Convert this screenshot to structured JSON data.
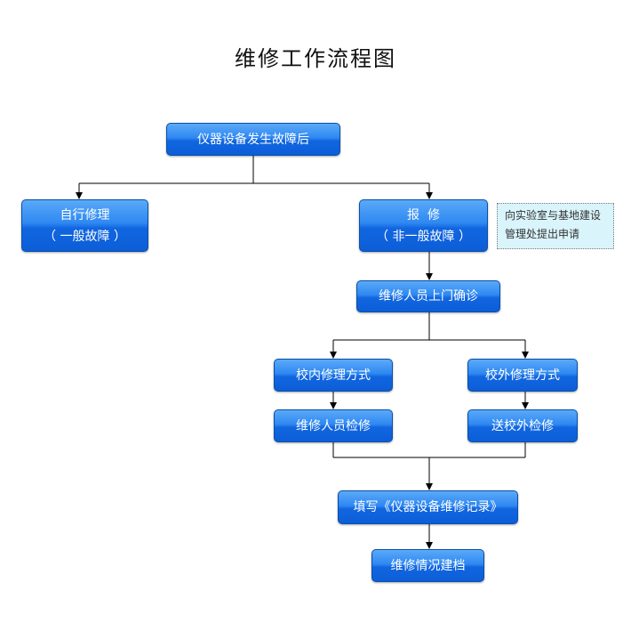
{
  "title": "维修工作流程图",
  "nodes": {
    "fault": "仪器设备发生故障后",
    "self_repair": {
      "line1": "自行修理",
      "line2": "（ 一般故障 ）"
    },
    "report": {
      "line1": "报  修",
      "line2": "（ 非一般故障 ）"
    },
    "onsite": "维修人员上门确诊",
    "internal": "校内修理方式",
    "external": "校外修理方式",
    "internal_check": "维修人员检修",
    "external_check": "送校外检修",
    "record": "填写《仪器设备维修记录》",
    "archive": "维修情况建档"
  },
  "note": {
    "line1": "向实验室与基地建设",
    "line2": "管理处提出申请"
  },
  "colors": {
    "node_top": "#5aaaf9",
    "node_bottom": "#0c5ed8",
    "note_bg": "#d9f4fb",
    "line": "#000000"
  }
}
